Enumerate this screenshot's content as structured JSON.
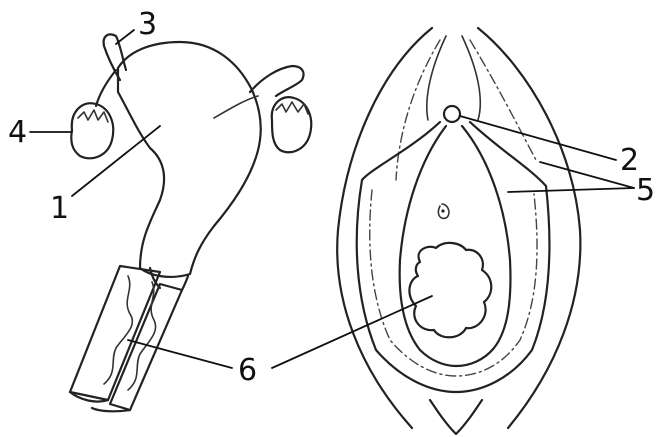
{
  "diagram": {
    "left_figure": "internal-reproductive-organs",
    "right_figure": "external-genitalia",
    "labels": [
      {
        "id": "label-1",
        "text": "1"
      },
      {
        "id": "label-2",
        "text": "2"
      },
      {
        "id": "label-3",
        "text": "3"
      },
      {
        "id": "label-4",
        "text": "4"
      },
      {
        "id": "label-5",
        "text": "5"
      },
      {
        "id": "label-6",
        "text": "6"
      }
    ]
  }
}
